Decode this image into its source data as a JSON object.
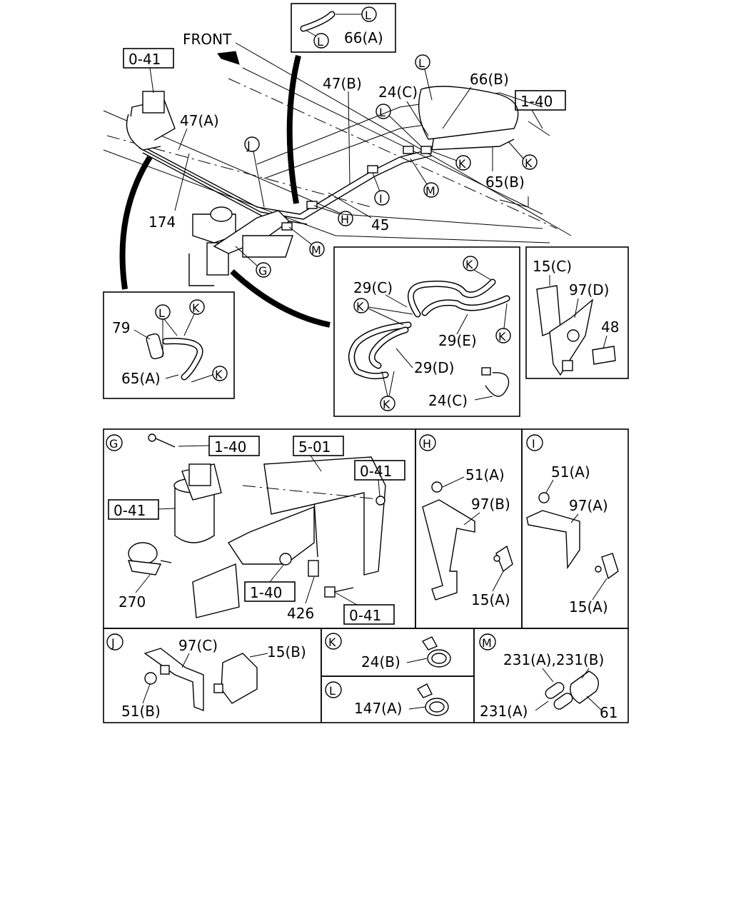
{
  "diagram": {
    "front_label": "FRONT",
    "refs": {
      "r041": "0-41",
      "r140": "1-40",
      "r501": "5-01"
    },
    "callouts": {
      "l66a": "66(A)",
      "l47a": "47(A)",
      "l47b": "47(B)",
      "l24c": "24(C)",
      "l66b": "66(B)",
      "l65b": "65(B)",
      "l45": "45",
      "l174": "174",
      "l79": "79",
      "l65a": "65(A)",
      "l29c": "29(C)",
      "l29e": "29(E)",
      "l29d": "29(D)",
      "l24c2": "24(C)",
      "l15c": "15(C)",
      "l97d": "97(D)",
      "l48": "48",
      "l270": "270",
      "l426": "426",
      "l51a_h": "51(A)",
      "l97b": "97(B)",
      "l15a_h": "15(A)",
      "l51a_i": "51(A)",
      "l97a": "97(A)",
      "l15a_i": "15(A)",
      "l97c": "97(C)",
      "l15b": "15(B)",
      "l51b": "51(B)",
      "l24b": "24(B)",
      "l147a": "147(A)",
      "l231ab": "231(A),231(B)",
      "l231a": "231(A)",
      "l61": "61"
    },
    "letters": {
      "G": "G",
      "H": "H",
      "I": "I",
      "J": "J",
      "K": "K",
      "L": "L",
      "M": "M"
    }
  }
}
